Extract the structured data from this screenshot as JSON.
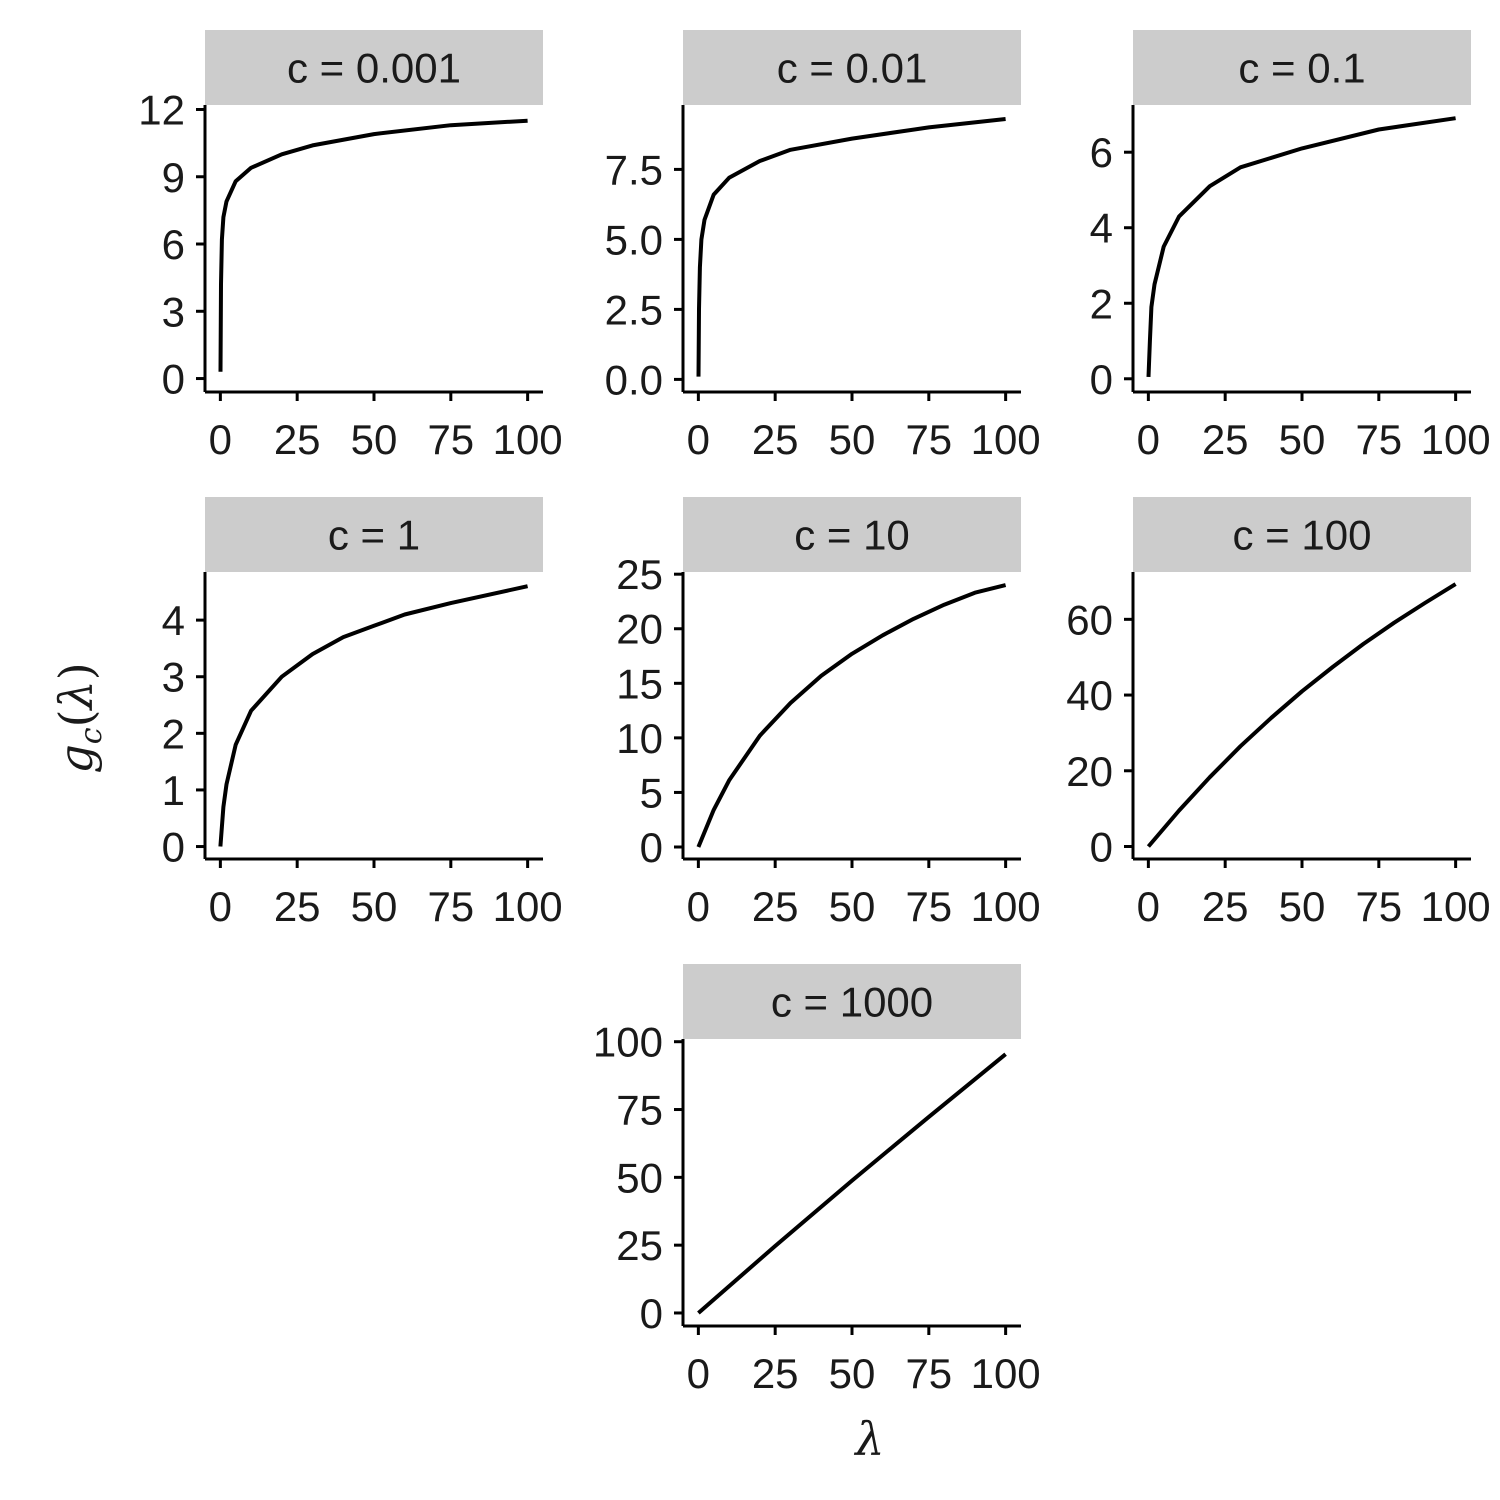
{
  "chart_data": {
    "type": "line",
    "layout": "facet-wrap",
    "xlabel": "λ",
    "ylabel": "g_c(λ)",
    "colors": {
      "line": "#000000",
      "strip": "#cccccc",
      "axis": "#000000",
      "text": "#1a1a1a"
    },
    "panels": [
      {
        "strip": "c = 0.001",
        "xlim": [
          -5,
          105
        ],
        "ylim": [
          -0.6,
          12.2
        ],
        "xticks": [
          0,
          25,
          50,
          75,
          100
        ],
        "yticks": [
          0,
          3,
          6,
          9,
          12
        ],
        "yticklabels": [
          "0",
          "3",
          "6",
          "9",
          "12"
        ],
        "x": [
          0.05,
          0.2,
          0.5,
          1,
          2,
          5,
          10,
          20,
          30,
          50,
          75,
          100
        ],
        "y": [
          0.3,
          4.2,
          6.2,
          7.2,
          7.9,
          8.8,
          9.4,
          10.0,
          10.4,
          10.9,
          11.3,
          11.5
        ]
      },
      {
        "strip": "c = 0.01",
        "xlim": [
          -5,
          105
        ],
        "ylim": [
          -0.45,
          9.8
        ],
        "xticks": [
          0,
          25,
          50,
          75,
          100
        ],
        "yticks": [
          0,
          2.5,
          5,
          7.5
        ],
        "yticklabels": [
          "0.0",
          "2.5",
          "5.0",
          "7.5"
        ],
        "x": [
          0.05,
          0.2,
          0.5,
          1,
          2,
          5,
          10,
          20,
          30,
          50,
          75,
          100
        ],
        "y": [
          0.1,
          2.5,
          4.0,
          5.0,
          5.7,
          6.6,
          7.2,
          7.8,
          8.2,
          8.6,
          9.0,
          9.3
        ]
      },
      {
        "strip": "c = 0.1",
        "xlim": [
          -5,
          105
        ],
        "ylim": [
          -0.35,
          7.25
        ],
        "xticks": [
          0,
          25,
          50,
          75,
          100
        ],
        "yticks": [
          0,
          2,
          4,
          6
        ],
        "yticklabels": [
          "0",
          "2",
          "4",
          "6"
        ],
        "x": [
          0.05,
          0.5,
          1,
          2,
          5,
          10,
          20,
          30,
          50,
          75,
          100
        ],
        "y": [
          0.05,
          1.0,
          1.9,
          2.5,
          3.5,
          4.3,
          5.1,
          5.6,
          6.1,
          6.6,
          6.9
        ]
      },
      {
        "strip": "c = 1",
        "xlim": [
          -5,
          105
        ],
        "ylim": [
          -0.22,
          4.85
        ],
        "xticks": [
          0,
          25,
          50,
          75,
          100
        ],
        "yticks": [
          0,
          1,
          2,
          3,
          4
        ],
        "yticklabels": [
          "0",
          "1",
          "2",
          "3",
          "4"
        ],
        "x": [
          0,
          1,
          2,
          5,
          10,
          20,
          30,
          40,
          50,
          60,
          75,
          100
        ],
        "y": [
          0,
          0.7,
          1.1,
          1.8,
          2.4,
          3.0,
          3.4,
          3.7,
          3.9,
          4.1,
          4.3,
          4.6
        ]
      },
      {
        "strip": "c = 10",
        "xlim": [
          -5,
          105
        ],
        "ylim": [
          -1.1,
          25.2
        ],
        "xticks": [
          0,
          25,
          50,
          75,
          100
        ],
        "yticks": [
          0,
          5,
          10,
          15,
          20,
          25
        ],
        "yticklabels": [
          "0",
          "5",
          "10",
          "15",
          "20",
          "25"
        ],
        "x": [
          0,
          5,
          10,
          20,
          30,
          40,
          50,
          60,
          70,
          80,
          90,
          100
        ],
        "y": [
          0,
          3.4,
          6.1,
          10.2,
          13.2,
          15.7,
          17.7,
          19.4,
          20.9,
          22.2,
          23.3,
          24.0
        ]
      },
      {
        "strip": "c = 100",
        "xlim": [
          -5,
          105
        ],
        "ylim": [
          -3.3,
          72.5
        ],
        "xticks": [
          0,
          25,
          50,
          75,
          100
        ],
        "yticks": [
          0,
          20,
          40,
          60
        ],
        "yticklabels": [
          "0",
          "20",
          "40",
          "60"
        ],
        "x": [
          0,
          10,
          20,
          30,
          40,
          50,
          60,
          70,
          80,
          90,
          100
        ],
        "y": [
          0,
          9.5,
          18.3,
          26.5,
          34.0,
          41.0,
          47.4,
          53.5,
          59.1,
          64.3,
          69.3
        ]
      },
      {
        "strip": "c = 1000",
        "xlim": [
          -5,
          105
        ],
        "ylim": [
          -4.8,
          101
        ],
        "xticks": [
          0,
          25,
          50,
          75,
          100
        ],
        "yticks": [
          0,
          25,
          50,
          75,
          100
        ],
        "yticklabels": [
          "0",
          "25",
          "50",
          "75",
          "100"
        ],
        "x": [
          0,
          25,
          50,
          75,
          100
        ],
        "y": [
          0,
          24.7,
          48.8,
          72.3,
          95.4
        ]
      }
    ]
  }
}
